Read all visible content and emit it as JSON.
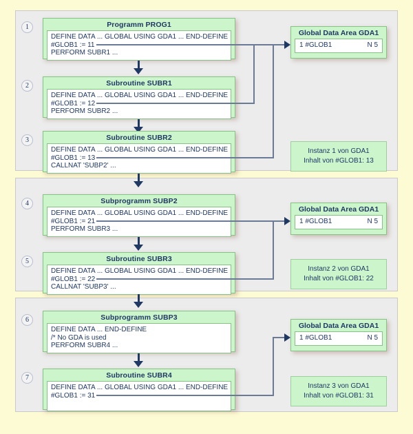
{
  "theme": {
    "page_background": "#fdfbd4",
    "panel_background": "#ececec",
    "box_fill": "#ccf5cc",
    "box_border": "#86c186",
    "text_color": "#1f3864",
    "connector_color": "#6b7a94",
    "arrow_color": "#1f3864"
  },
  "panels": [
    {
      "id": "panel-1",
      "steps": [
        {
          "number": "1",
          "title": "Programm PROG1",
          "lines": [
            "DEFINE DATA ... GLOBAL USING GDA1 ... END-DEFINE",
            "#GLOB1 := 11",
            "PERFORM SUBR1 ..."
          ]
        },
        {
          "number": "2",
          "title": "Subroutine SUBR1",
          "lines": [
            "DEFINE DATA ... GLOBAL USING GDA1 ... END-DEFINE",
            "#GLOB1 := 12",
            "PERFORM SUBR2 ..."
          ]
        },
        {
          "number": "3",
          "title": "Subroutine SUBR2",
          "lines": [
            "DEFINE DATA ... GLOBAL USING GDA1 ... END-DEFINE",
            "#GLOB1 := 13",
            "CALLNAT 'SUBP2' ..."
          ]
        }
      ],
      "gda": {
        "title": "Global Data Area GDA1",
        "field": "1 #GLOB1",
        "format": "N 5"
      },
      "instance": {
        "line1": "Instanz 1 von GDA1",
        "line2": "Inhalt von #GLOB1: 13"
      }
    },
    {
      "id": "panel-2",
      "steps": [
        {
          "number": "4",
          "title": "Subprogramm SUBP2",
          "lines": [
            "DEFINE DATA ... GLOBAL USING GDA1 ... END-DEFINE",
            "#GLOB1 := 21",
            "PERFORM SUBR3 ..."
          ]
        },
        {
          "number": "5",
          "title": "Subroutine SUBR3",
          "lines": [
            "DEFINE DATA ... GLOBAL USING GDA1 ... END-DEFINE",
            "#GLOB1 := 22",
            "CALLNAT 'SUBP3' ..."
          ]
        }
      ],
      "gda": {
        "title": "Global Data Area GDA1",
        "field": "1 #GLOB1",
        "format": "N 5"
      },
      "instance": {
        "line1": "Instanz 2 von GDA1",
        "line2": "Inhalt von #GLOB1: 22"
      }
    },
    {
      "id": "panel-3",
      "steps": [
        {
          "number": "6",
          "title": "Subprogramm SUBP3",
          "lines": [
            "DEFINE DATA ... END-DEFINE",
            "/* No GDA is used",
            "PERFORM SUBR4 ..."
          ]
        },
        {
          "number": "7",
          "title": "Subroutine SUBR4",
          "lines": [
            "DEFINE DATA ... GLOBAL USING GDA1 ... END-DEFINE",
            "#GLOB1 := 31",
            ""
          ]
        }
      ],
      "gda": {
        "title": "Global Data Area GDA1",
        "field": "1 #GLOB1",
        "format": "N 5"
      },
      "instance": {
        "line1": "Instanz 3 von GDA1",
        "line2": "Inhalt von #GLOB1: 31"
      }
    }
  ]
}
